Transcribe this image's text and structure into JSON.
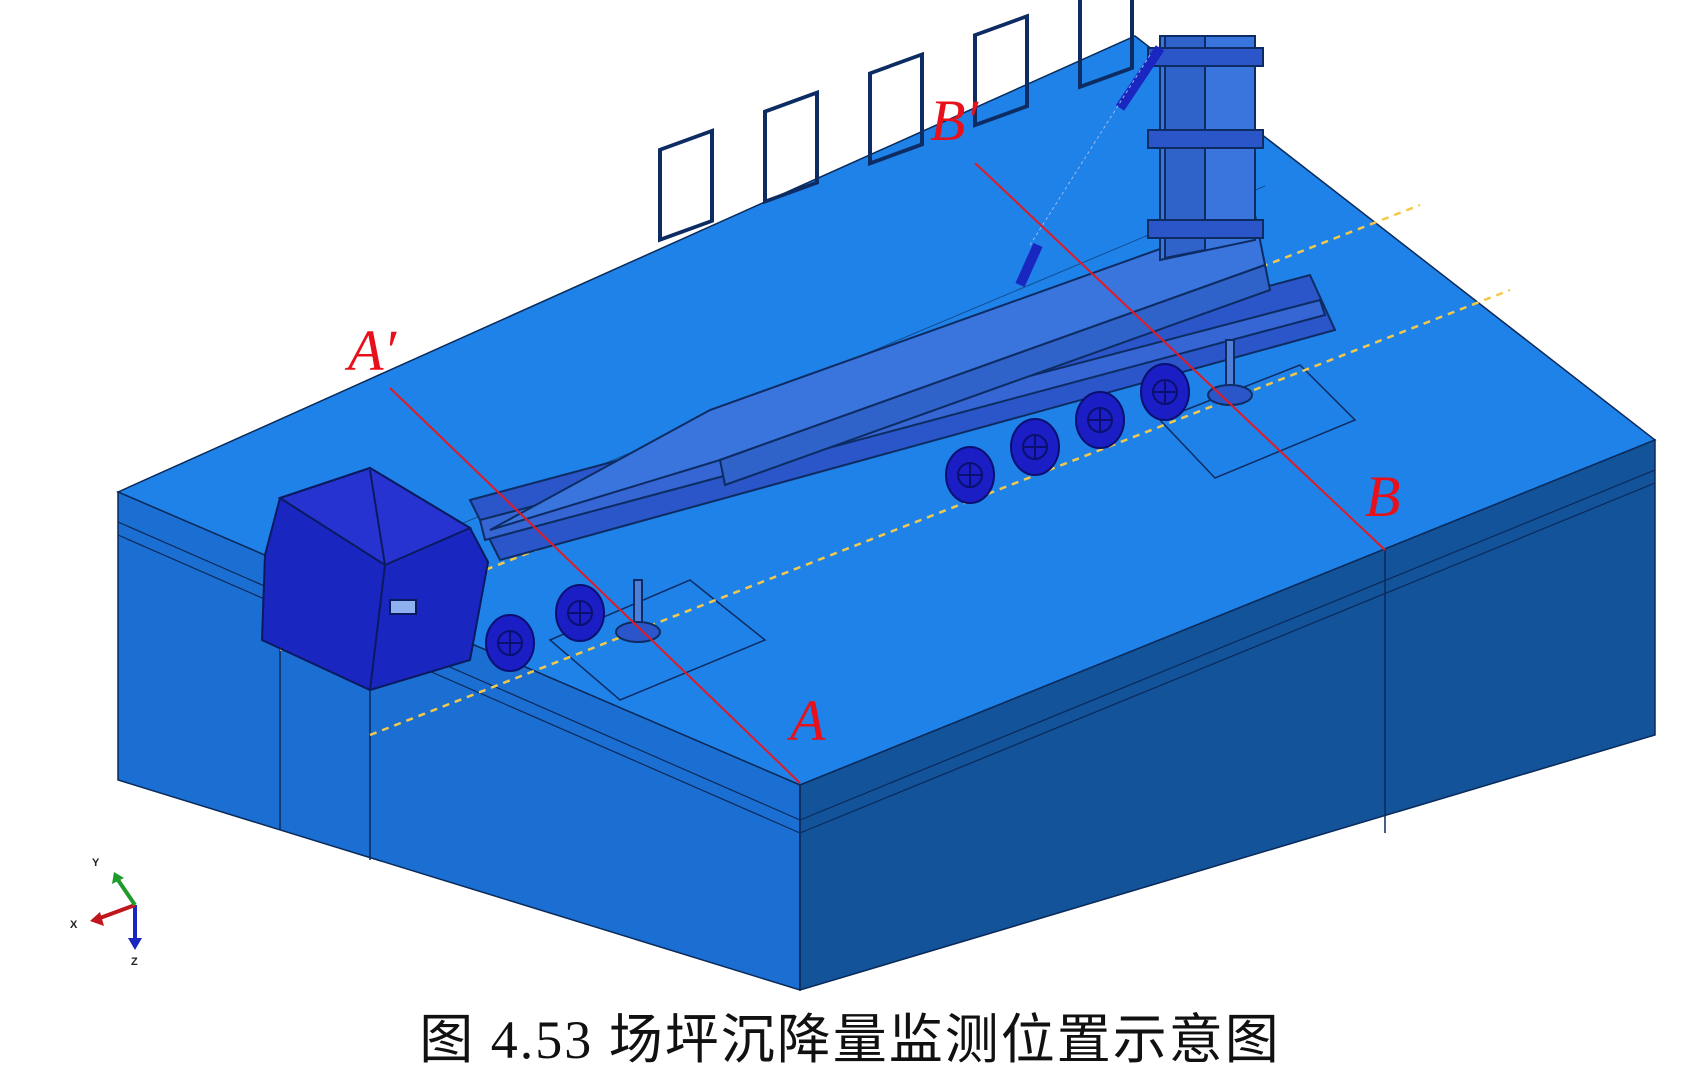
{
  "figure": {
    "caption": "图 4.53  场坪沉降量监测位置示意图",
    "section_markers": {
      "a_prime": "A′",
      "a": "A",
      "b_prime": "B′",
      "b": "B"
    },
    "triad": {
      "x": "X",
      "y": "Y",
      "z": "Z"
    }
  },
  "colors": {
    "ground_top": "#1f82e8",
    "ground_side_left": "#1c6fd2",
    "ground_side_front": "#13539a",
    "vehicle": "#2b56c9",
    "cab": "#1a26c0",
    "wheel": "#1a1ec4",
    "section_line": "#e01b24",
    "centerline": "#f2c94c",
    "edge": "#0a2a5a"
  }
}
